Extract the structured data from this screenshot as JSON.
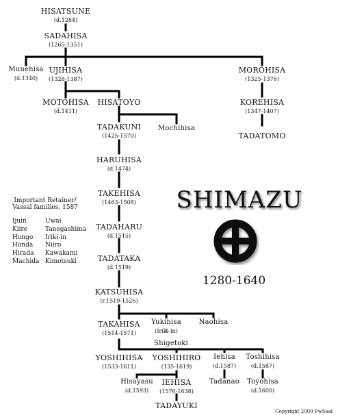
{
  "people": [
    {
      "id": "hisatsune",
      "name": "HISATSUNE",
      "date": "(d.1284)"
    },
    {
      "id": "sadahisa",
      "name": "SADAHISA",
      "date": "(1265-1351)"
    },
    {
      "id": "munehisa",
      "name": "Munehisa",
      "date": "(d.1340)"
    },
    {
      "id": "ujihisa",
      "name": "UJIHISA",
      "date": "(1328-1387)"
    },
    {
      "id": "morohisa",
      "name": "MOROHISA",
      "date": "(1325-1376)"
    },
    {
      "id": "motohisa",
      "name": "MOTOHISA",
      "date": "(d.1411)"
    },
    {
      "id": "hisatoyo",
      "name": "HISATOYO",
      "date": ""
    },
    {
      "id": "korehisa",
      "name": "KOREHISA",
      "date": "(1347-1407)"
    },
    {
      "id": "tadakuni",
      "name": "TADAKUNI",
      "date": "(1425-1570)"
    },
    {
      "id": "mochihisa",
      "name": "Mochihisa",
      "date": ""
    },
    {
      "id": "tadatomo",
      "name": "TADATOMO",
      "date": ""
    },
    {
      "id": "haruhisa",
      "name": "HARUHISA",
      "date": "(d.1474)"
    },
    {
      "id": "takehisa",
      "name": "TAKEHISA",
      "date": "(1463-1508)"
    },
    {
      "id": "tadaharu",
      "name": "TADAHARU",
      "date": "(d.1515)"
    },
    {
      "id": "tadataka",
      "name": "TADATAKA",
      "date": "(d.1519)"
    },
    {
      "id": "katsuhisa",
      "name": "KATSUHISA",
      "date": "(r.1519-1526)"
    },
    {
      "id": "takahisa",
      "name": "TAKAHISA",
      "date": "(1514-1571)"
    },
    {
      "id": "yukihisa",
      "name": "Yukihisa",
      "date": "(Iriki-in)"
    },
    {
      "id": "naohisa",
      "name": "Naohisa",
      "date": ""
    },
    {
      "id": "shigetoki",
      "name": "Shigetoki",
      "date": ""
    },
    {
      "id": "yoshihisa",
      "name": "YOSHIHISA",
      "date": "(1533-1611)"
    },
    {
      "id": "yoshihiro",
      "name": "YOSHIHIRO",
      "date": "(135-1619)"
    },
    {
      "id": "iehisa1",
      "name": "Iehisa",
      "date": "(d.1587)"
    },
    {
      "id": "toshihisa",
      "name": "Toshihisa",
      "date": "(d.1587)"
    },
    {
      "id": "hisayasu",
      "name": "Hisayasu",
      "date": "(d.1593)"
    },
    {
      "id": "iehisa2",
      "name": "IEHISA",
      "date": "(1576-1638)"
    },
    {
      "id": "tadanao",
      "name": "Tadanao",
      "date": ""
    },
    {
      "id": "toyohisa",
      "name": "Toyohisa",
      "date": "(d.1600)"
    },
    {
      "id": "tadayuki",
      "name": "TADAYUKI",
      "date": ""
    }
  ],
  "title": "SHIMAZU",
  "years": "1280-1640",
  "retainers": {
    "heading_line1": "Important Retainer/",
    "heading_line2": "Vassal families, 1587",
    "col1": [
      "Ijuin",
      "Kiire",
      "Hongo",
      "Honda",
      "Hirada",
      "Machida"
    ],
    "col2": [
      "Uwai",
      "Tanegashima",
      "Iriki-in",
      "Niiro",
      "Kawakami",
      "Kimotsuki"
    ]
  },
  "copyright": "Copyright 2000 FwSeal",
  "colors": {
    "line": "#000000",
    "text": "#111111",
    "crest": "#111111"
  }
}
